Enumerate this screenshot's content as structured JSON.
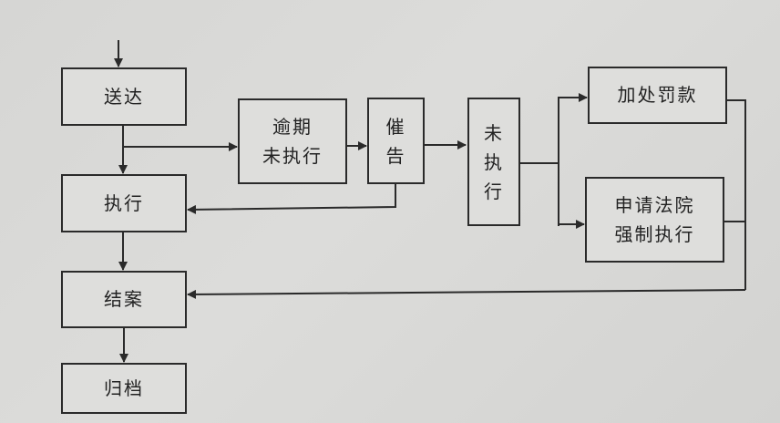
{
  "diagram": {
    "nodes": [
      {
        "id": "service",
        "label": "送达"
      },
      {
        "id": "execute",
        "label": "执行"
      },
      {
        "id": "close_case",
        "label": "结案"
      },
      {
        "id": "archive",
        "label": "归档"
      },
      {
        "id": "overdue",
        "lines": [
          "逾期",
          "未执行"
        ]
      },
      {
        "id": "urge",
        "lines": [
          "催",
          "告"
        ]
      },
      {
        "id": "not_executed",
        "lines": [
          "未",
          "执",
          "行"
        ]
      },
      {
        "id": "add_fine",
        "label": "加处罚款"
      },
      {
        "id": "court",
        "lines": [
          "申请法院",
          "强制执行"
        ]
      }
    ],
    "edges": [
      {
        "from": "start",
        "to": "service"
      },
      {
        "from": "service",
        "to": "execute"
      },
      {
        "from": "service",
        "to": "overdue"
      },
      {
        "from": "overdue",
        "to": "urge"
      },
      {
        "from": "urge",
        "to": "execute"
      },
      {
        "from": "urge",
        "to": "not_executed"
      },
      {
        "from": "not_executed",
        "to": "add_fine"
      },
      {
        "from": "not_executed",
        "to": "court"
      },
      {
        "from": "add_fine",
        "to": "close_case"
      },
      {
        "from": "court",
        "to": "close_case"
      },
      {
        "from": "execute",
        "to": "close_case"
      },
      {
        "from": "close_case",
        "to": "archive"
      }
    ],
    "colors": {
      "line": "#2a2a2a",
      "box_fill": "#dededc",
      "background": "#d8d8d6"
    }
  }
}
